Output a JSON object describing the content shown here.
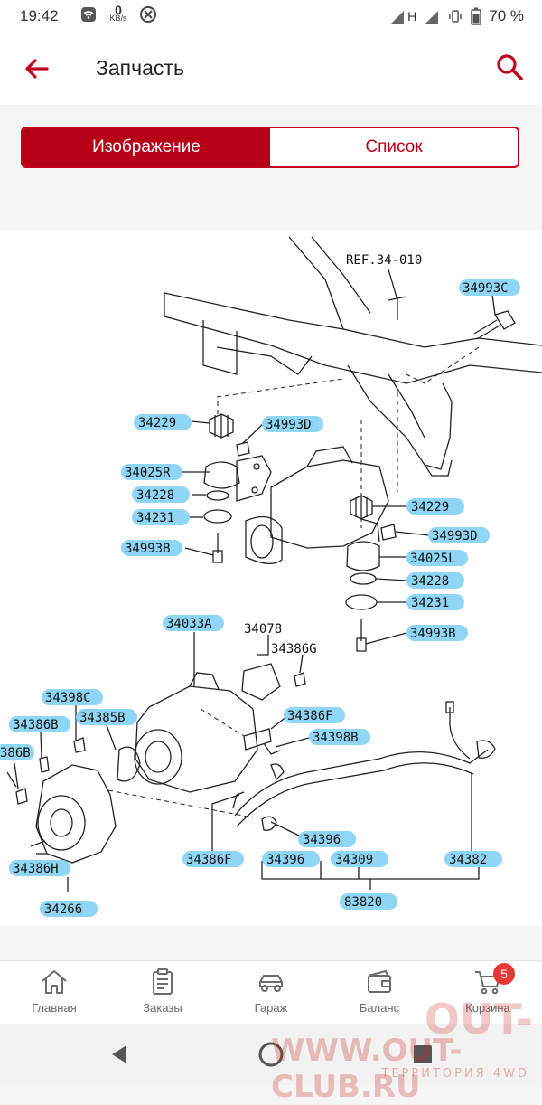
{
  "status": {
    "time": "19:42",
    "net_speed": "0",
    "net_unit": "KB/s",
    "network": "H",
    "battery": "70 %"
  },
  "app_bar": {
    "title": "Запчасть"
  },
  "toggle": {
    "image": "Изображение",
    "list": "Список"
  },
  "diagram": {
    "ref": "REF.34-010",
    "labels": {
      "p34993C": "34993C",
      "p34229a": "34229",
      "p34993Da": "34993D",
      "p34025R": "34025R",
      "p34228a": "34228",
      "p34231a": "34231",
      "p34993Ba": "34993B",
      "p34229b": "34229",
      "p34993Db": "34993D",
      "p34025L": "34025L",
      "p34228b": "34228",
      "p34231b": "34231",
      "p34993Bb": "34993B",
      "p34033A": "34033A",
      "p34078": "34078",
      "p34386G": "34386G",
      "p34398C": "34398C",
      "p34386Ba": "34386B",
      "p34385B": "34385B",
      "p34386Bb": "386B",
      "p34386Fa": "34386F",
      "p34398B": "34398B",
      "p34396a": "34396",
      "p34386Fb": "34386F",
      "p34396b": "34396",
      "p34309": "34309",
      "p34382": "34382",
      "p34386H": "34386H",
      "p34266": "34266",
      "p83820": "83820"
    }
  },
  "nav": {
    "home": "Главная",
    "orders": "Заказы",
    "garage": "Гараж",
    "balance": "Баланс",
    "cart": "Корзина",
    "cart_count": "5"
  },
  "watermark": {
    "brand": "OUT-",
    "url": "WWW.OUT-CLUB.RU",
    "tagline": "ТЕРРИТОРИЯ 4WD"
  },
  "colors": {
    "accent": "#b80019",
    "callout": "#8fd6f6",
    "badge": "#e53935"
  }
}
